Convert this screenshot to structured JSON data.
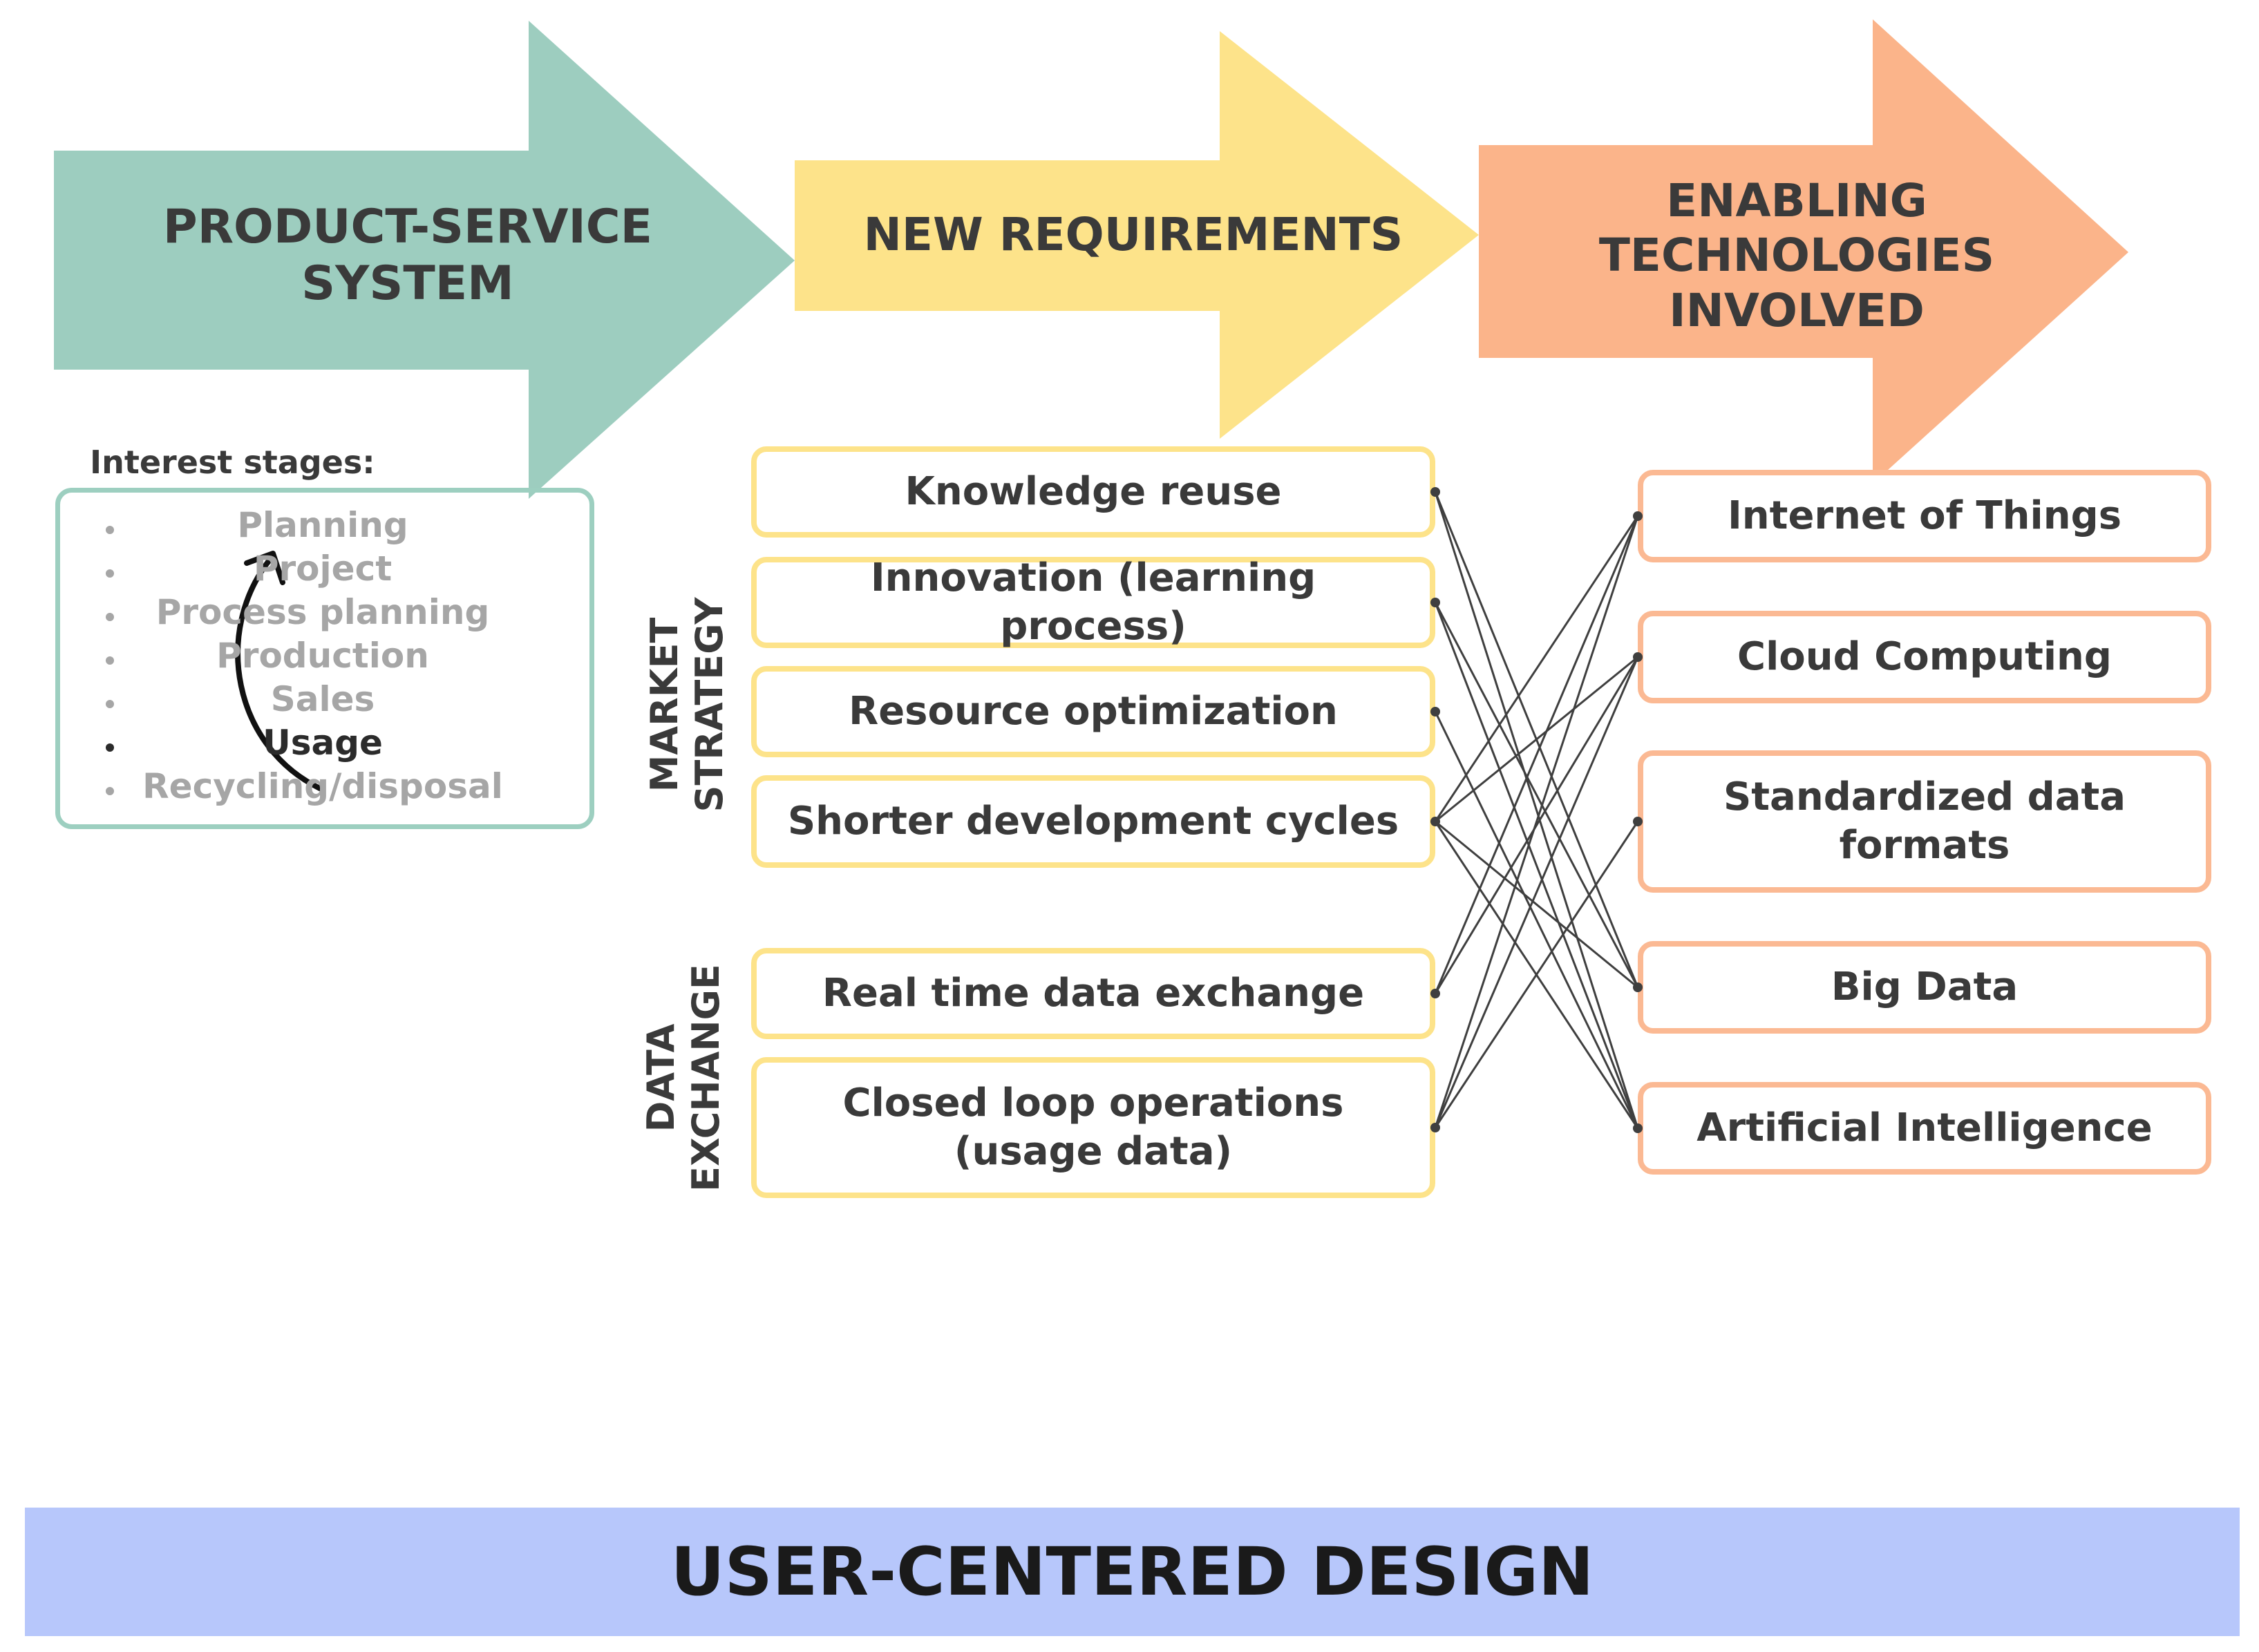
{
  "diagram": {
    "arrows": {
      "pss": {
        "title": "PRODUCT-SERVICE\nSYSTEM",
        "color": "#9dcdbf"
      },
      "requirements": {
        "title": "NEW REQUIREMENTS",
        "color": "#fde38a"
      },
      "technologies": {
        "title": "ENABLING\nTECHNOLOGIES\nINVOLVED",
        "color": "#fbb48a"
      }
    },
    "interest_stages": {
      "label": "Interest stages:",
      "items": [
        {
          "text": "Planning",
          "active": false
        },
        {
          "text": "Project",
          "active": false
        },
        {
          "text": "Process planning",
          "active": false
        },
        {
          "text": "Production",
          "active": false
        },
        {
          "text": "Sales",
          "active": false
        },
        {
          "text": "Usage",
          "active": true
        },
        {
          "text": "Recycling/disposal",
          "active": false
        }
      ]
    },
    "groups": {
      "market": "MARKET\nSTRATEGY",
      "data": "DATA\nEXCHANGE"
    },
    "requirements": [
      {
        "id": "r1",
        "text": "Knowledge reuse"
      },
      {
        "id": "r2",
        "text": "Innovation (learning process)"
      },
      {
        "id": "r3",
        "text": "Resource optimization"
      },
      {
        "id": "r4",
        "text": "Shorter development cycles"
      },
      {
        "id": "r5",
        "text": "Real time data exchange"
      },
      {
        "id": "r6",
        "text": "Closed loop operations (usage data)"
      }
    ],
    "technologies": [
      {
        "id": "t1",
        "text": "Internet of Things"
      },
      {
        "id": "t2",
        "text": "Cloud Computing"
      },
      {
        "id": "t3",
        "text": "Standardized data formats"
      },
      {
        "id": "t4",
        "text": "Big Data"
      },
      {
        "id": "t5",
        "text": "Artificial Intelligence"
      }
    ],
    "links": [
      [
        "r1",
        "t4"
      ],
      [
        "r1",
        "t5"
      ],
      [
        "r2",
        "t4"
      ],
      [
        "r2",
        "t5"
      ],
      [
        "r3",
        "t5"
      ],
      [
        "r4",
        "t1"
      ],
      [
        "r4",
        "t2"
      ],
      [
        "r4",
        "t4"
      ],
      [
        "r4",
        "t5"
      ],
      [
        "r5",
        "t1"
      ],
      [
        "r5",
        "t2"
      ],
      [
        "r6",
        "t1"
      ],
      [
        "r6",
        "t2"
      ],
      [
        "r6",
        "t3"
      ]
    ],
    "footer": "USER-CENTERED DESIGN",
    "footer_color": "#b7c7fb"
  }
}
